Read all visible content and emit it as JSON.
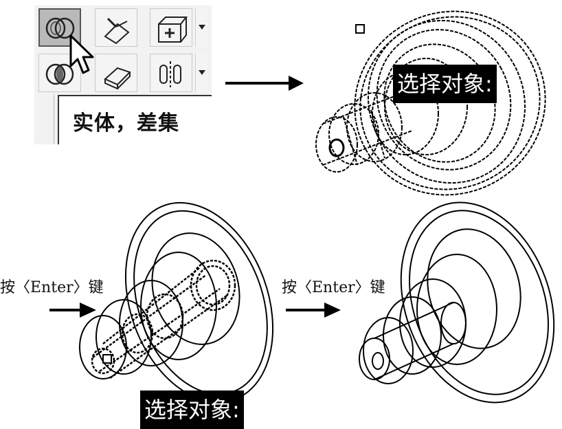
{
  "toolbar": {
    "buttons_row1": [
      "subtract-icon",
      "extract-edges-icon",
      "box-add-icon"
    ],
    "buttons_row2": [
      "intersect-icon",
      "eraser-icon",
      "slice-icon"
    ],
    "tooltip_text": "实体，差集"
  },
  "prompts": {
    "select_objects_top": "选择对象:",
    "select_objects_bottom": "选择对象:"
  },
  "steps": {
    "press_enter_1": "按〈Enter〉键",
    "press_enter_2": "按〈Enter〉键"
  },
  "colors": {
    "background": "#ffffff",
    "ink": "#111111",
    "prompt_bg": "#000000",
    "prompt_text": "#ffffff",
    "toolbar_bg": "#f2f2f2",
    "active_button": "#b9b9b9"
  }
}
